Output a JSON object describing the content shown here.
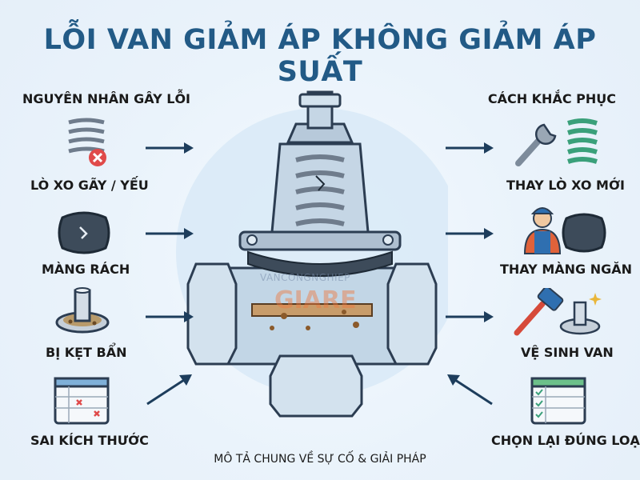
{
  "title": "LỖI VAN GIẢM ÁP KHÔNG GIẢM ÁP SUẤT",
  "left_heading": "NGUYÊN NHÂN GÂY LỖI",
  "right_heading": "CÁCH KHẮC PHỤC",
  "causes": [
    {
      "label": "LÒ XO GÃY / YẾU",
      "icon": "broken-spring-icon"
    },
    {
      "label": "MÀNG RÁCH",
      "icon": "torn-membrane-icon"
    },
    {
      "label": "BỊ KẸT BẨN",
      "icon": "dirty-stem-icon"
    },
    {
      "label": "SAI KÍCH THƯỚC",
      "icon": "size-error-sheet-icon"
    }
  ],
  "fixes": [
    {
      "label": "THAY LÒ XO MỚI",
      "icon": "wrench-spring-icon"
    },
    {
      "label": "THAY MÀNG NGĂN",
      "icon": "worker-membrane-icon"
    },
    {
      "label": "VỆ SINH VAN",
      "icon": "brush-clean-icon"
    },
    {
      "label": "CHỌN LẠI ĐÚNG LOẠI",
      "icon": "spec-sheet-icon"
    }
  ],
  "watermark": {
    "line1": "VANCONGNGHIEP",
    "line2": "GIARE"
  },
  "footer": "MÔ TẢ CHUNG VỀ SỰ CỐ & GIẢI PHÁP",
  "colors": {
    "title": "#225a86",
    "arrow": "#1d3d5c",
    "valve_body": "#b9cfe1",
    "spring": "#8a96a6"
  }
}
